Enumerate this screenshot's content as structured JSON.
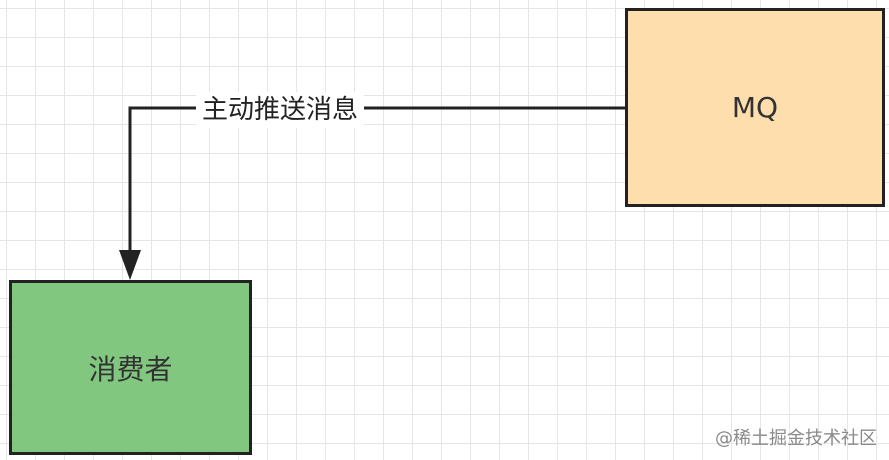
{
  "nodes": {
    "mq": {
      "label": "MQ",
      "fill": "#fddeac"
    },
    "consumer": {
      "label": "消费者",
      "fill": "#82c77f"
    }
  },
  "edge": {
    "label": "主动推送消息",
    "color": "#222222"
  },
  "watermark": "@稀土掘金技术社区"
}
